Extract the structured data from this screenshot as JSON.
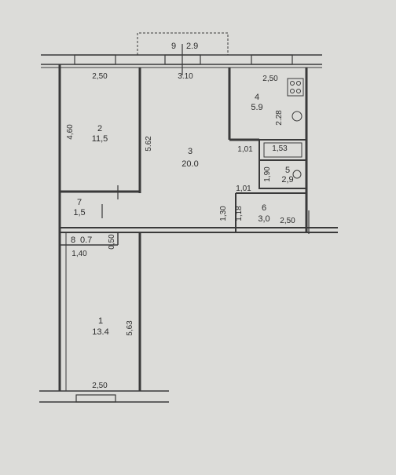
{
  "rooms": [
    {
      "id": "1",
      "area": "13.4"
    },
    {
      "id": "2",
      "area": "11,5"
    },
    {
      "id": "3",
      "area": "20.0"
    },
    {
      "id": "4",
      "area": "5.9"
    },
    {
      "id": "5",
      "area": "2,9"
    },
    {
      "id": "6",
      "area": "3,0"
    },
    {
      "id": "7",
      "area": "1,5"
    },
    {
      "id": "8",
      "area": "0.7"
    },
    {
      "id": "9",
      "area": "2.9"
    }
  ],
  "dimensions": {
    "room2_width": "2,50",
    "room3_width": "3.10",
    "room4_width": "2,50",
    "room2_height": "4,60",
    "room3_height": "5.62",
    "room4_height": "2.28",
    "bath_width": "1,53",
    "bath_height": "1,90",
    "kitchen_door": "1,01",
    "hall_door": "1,01",
    "room6_h1": "1,30",
    "room6_h2": "1,18",
    "room6_width": "2,50",
    "closet_width": "1,40",
    "closet_depth": "0,50",
    "room1_height": "5,63",
    "room1_width": "2,50"
  },
  "colors": {
    "paper": "#dcdcd9",
    "wall": "#3a3a3a",
    "ink": "#2d2d2d"
  }
}
